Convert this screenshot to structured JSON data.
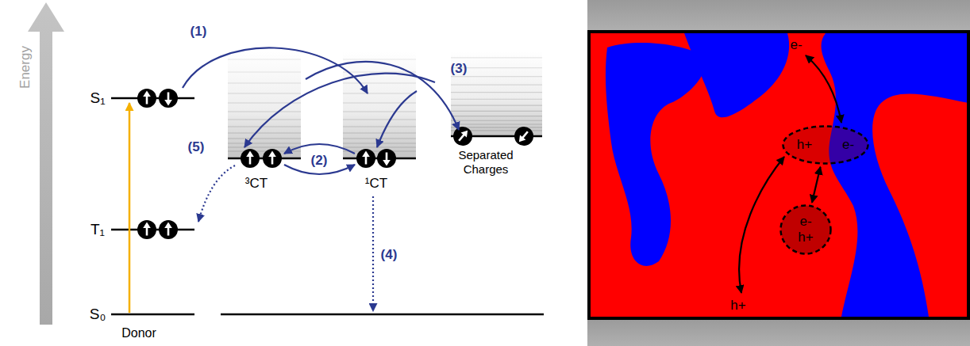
{
  "diagram": {
    "nodes": [
      {
        "text": [
          "h+",
          "e-"
        ]
      },
      {
        "text": [
          "e-",
          "h+"
        ]
      }
    ],
    "edges": [
      {
        "from": 0,
        "to": 1,
        "arrow": "both"
      }
    ],
    "labels": [
      "Energy",
      "S₁",
      "T₁",
      "S₀",
      "Donor",
      "(1)",
      "(2)",
      "(3)",
      "(4)",
      "(5)",
      "³CT",
      "¹CT",
      "Separated Charges",
      "e-",
      "h+"
    ]
  }
}
